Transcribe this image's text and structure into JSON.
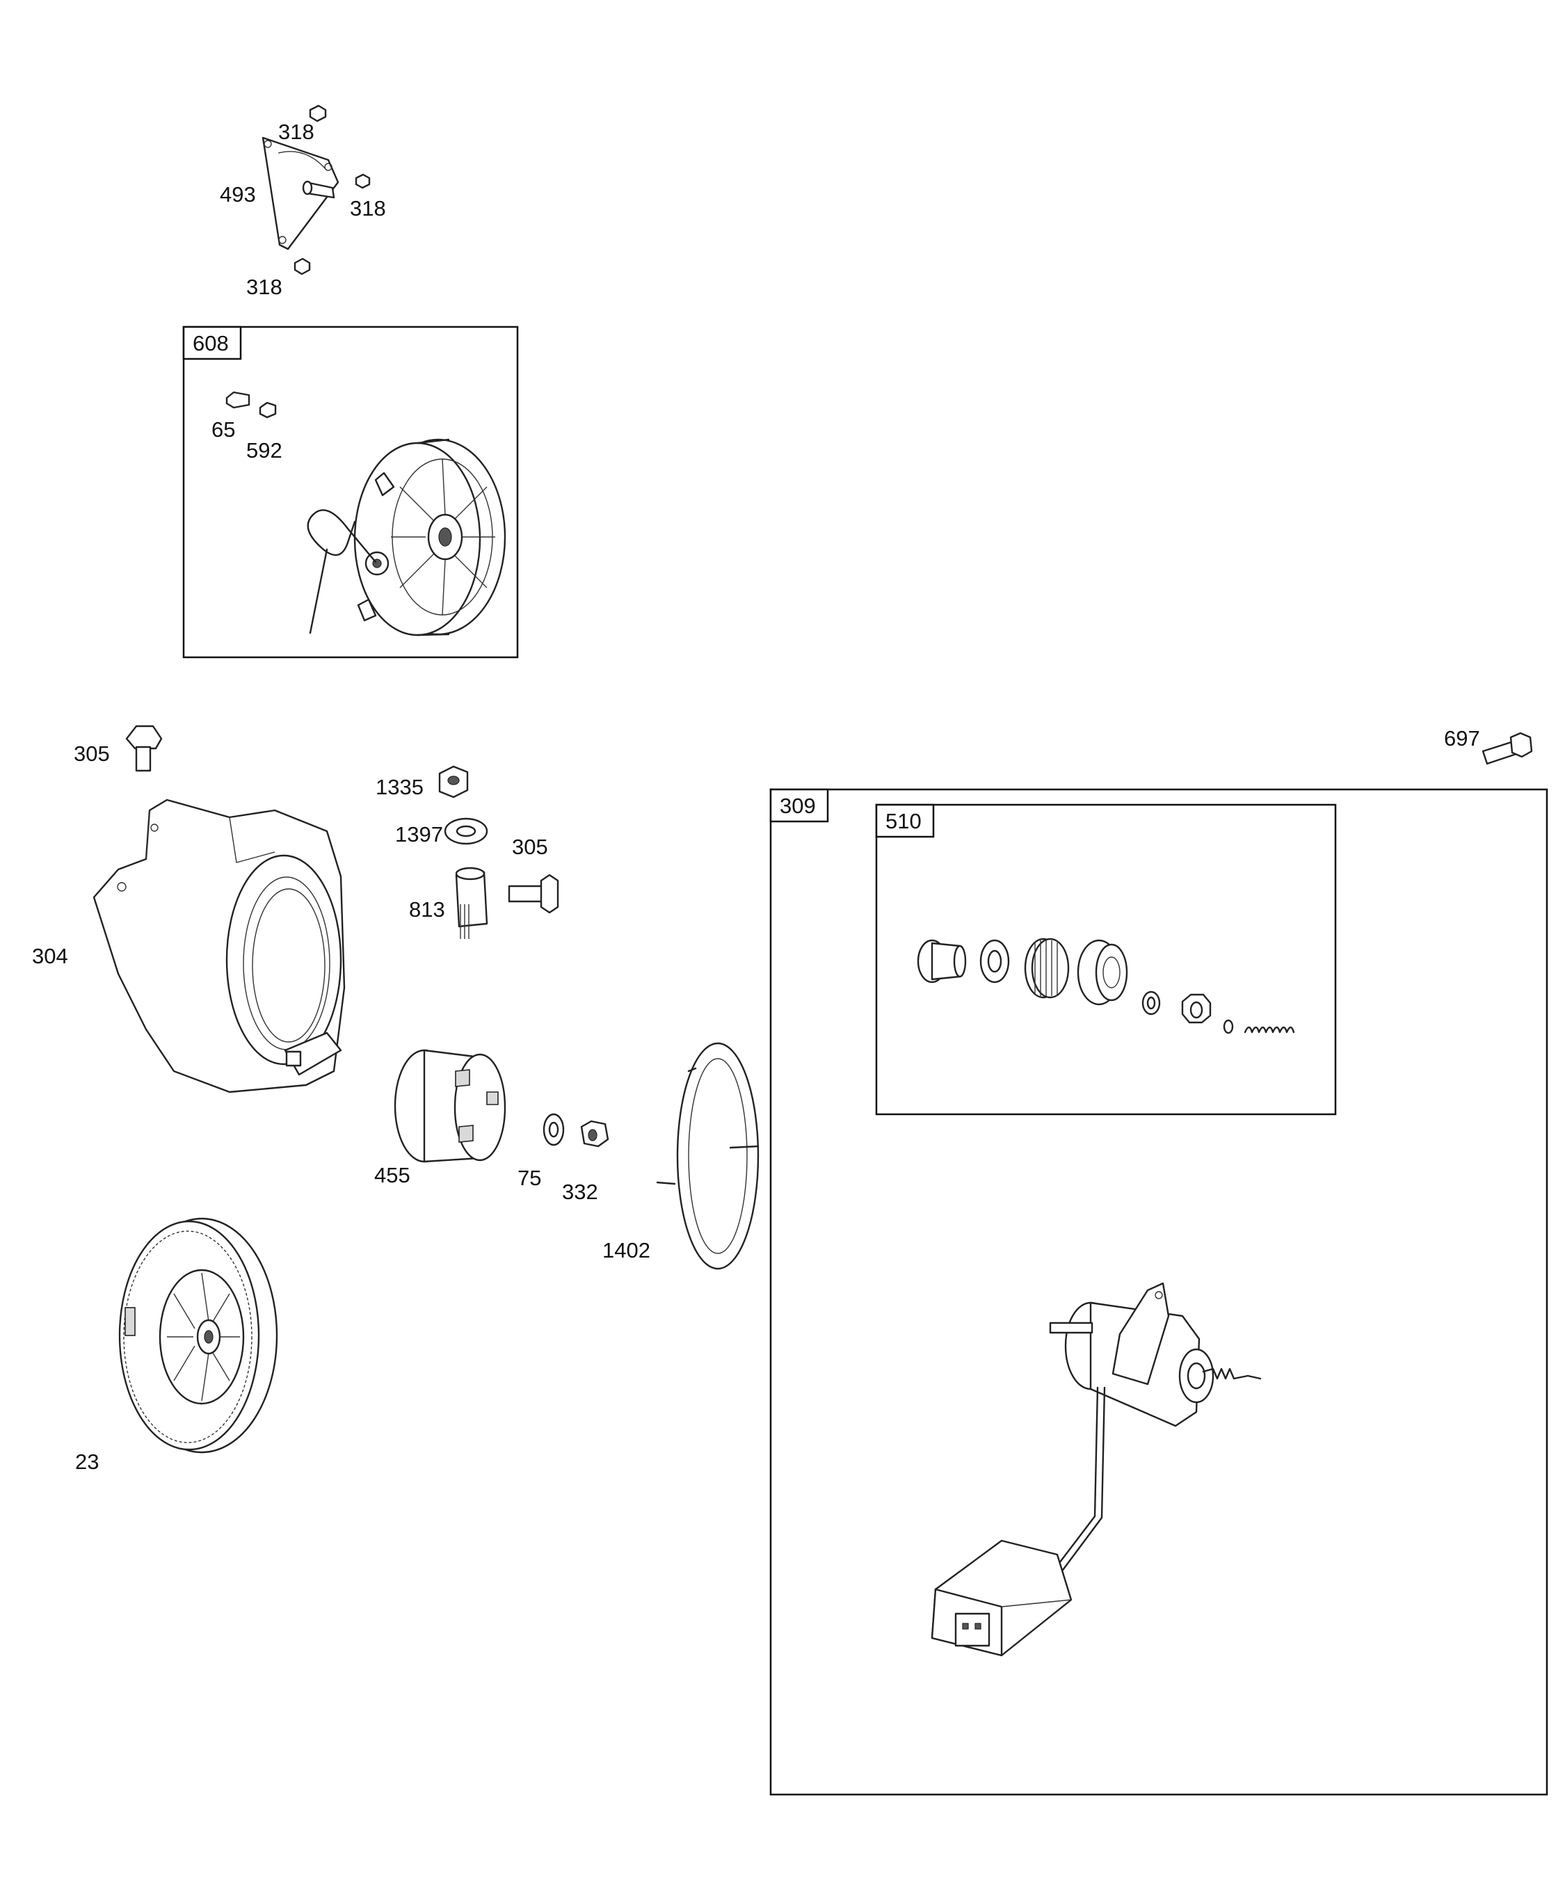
{
  "callouts": {
    "c318a": "318",
    "c318b": "318",
    "c318c": "318",
    "c493": "493",
    "c608": "608",
    "c65": "65",
    "c592": "592",
    "c305a": "305",
    "c1335": "1335",
    "c1397": "1397",
    "c305b": "305",
    "c813": "813",
    "c304": "304",
    "c455": "455",
    "c75": "75",
    "c332": "332",
    "c1402": "1402",
    "c23": "23",
    "c697": "697",
    "c309": "309",
    "c510": "510"
  }
}
